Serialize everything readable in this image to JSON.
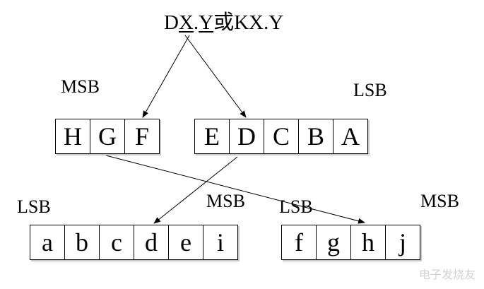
{
  "title": {
    "prefix": "D",
    "x1": "X",
    "dot": ".",
    "y1": "Y",
    "rest": "或KX.Y"
  },
  "labels": {
    "msb_top": "MSB",
    "lsb_top": "LSB",
    "lsb_left": "LSB",
    "msb_mid": "MSB",
    "lsb_mid": "LSB",
    "msb_right": "MSB"
  },
  "top_left_bits": [
    "H",
    "G",
    "F"
  ],
  "top_right_bits": [
    "E",
    "D",
    "C",
    "B",
    "A"
  ],
  "bottom_left_bits": [
    "a",
    "b",
    "c",
    "d",
    "e",
    "i"
  ],
  "bottom_right_bits": [
    "f",
    "g",
    "h",
    "j"
  ],
  "watermark": "电子发烧友"
}
